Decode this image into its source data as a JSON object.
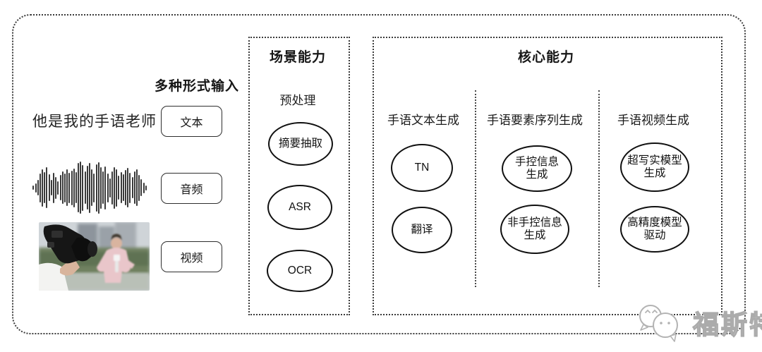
{
  "colors": {
    "ink": "#1f1f1f",
    "line": "#3c3c3c",
    "node_stroke": "#101010",
    "watermark": "#ababab"
  },
  "input": {
    "label": "多种形式输入",
    "sentence": "他是我的手语老师",
    "buttons": [
      "文本",
      "音频",
      "视频"
    ],
    "waveform_amplitudes": [
      0.08,
      0.18,
      0.3,
      0.55,
      0.72,
      0.6,
      0.78,
      0.52,
      0.3,
      0.58,
      0.42,
      0.25,
      0.48,
      0.62,
      0.55,
      0.7,
      0.58,
      0.66,
      0.74,
      0.6,
      0.95,
      1.0,
      0.88,
      0.62,
      0.84,
      0.96,
      0.7,
      0.55,
      0.9,
      0.99,
      0.8,
      0.62,
      0.82,
      0.56,
      0.36,
      0.64,
      0.8,
      0.72,
      0.46,
      0.6,
      0.52,
      0.68,
      0.75,
      0.58,
      0.4,
      0.62,
      0.7,
      0.5,
      0.32,
      0.2,
      0.1
    ]
  },
  "scene": {
    "title": "场景能力",
    "stage_label": "预处理",
    "nodes": [
      "摘要抽取",
      "ASR",
      "OCR"
    ]
  },
  "core": {
    "title": "核心能力",
    "columns": [
      {
        "header": "手语文本生成",
        "nodes": [
          {
            "lines": [
              "TN",
              ""
            ]
          },
          {
            "lines": [
              "翻译",
              ""
            ]
          }
        ]
      },
      {
        "header": "手语要素序列生成",
        "nodes": [
          {
            "lines": [
              "手控信息",
              "生成"
            ]
          },
          {
            "lines": [
              "非手控信息",
              "生成"
            ]
          }
        ]
      },
      {
        "header": "手语视频生成",
        "nodes": [
          {
            "lines": [
              "超写实模型",
              "生成"
            ]
          },
          {
            "lines": [
              "高精度模型",
              "驱动"
            ]
          }
        ]
      }
    ]
  },
  "watermark": {
    "text": "福斯特",
    "logo": "chat-faces-logo"
  }
}
